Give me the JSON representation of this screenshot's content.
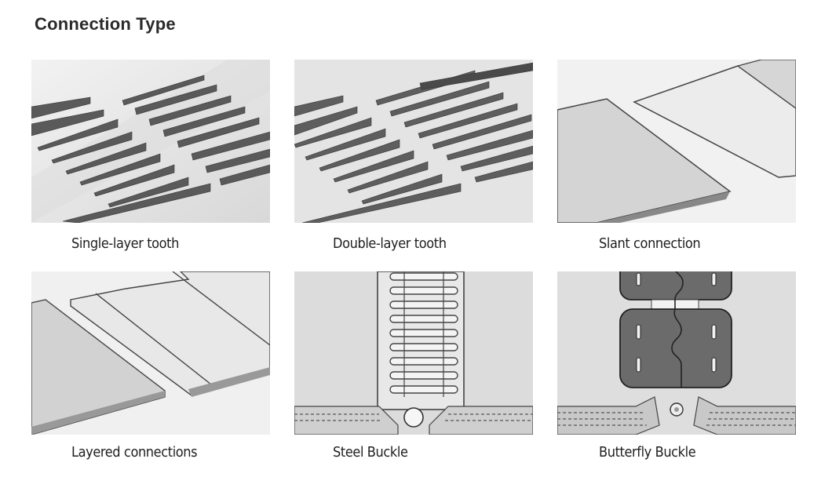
{
  "page": {
    "title": "Connection Type"
  },
  "items": [
    {
      "label": "Single-layer tooth",
      "icon": "single-layer-tooth-illustration"
    },
    {
      "label": "Double-layer tooth",
      "icon": "double-layer-tooth-illustration"
    },
    {
      "label": "Slant connection",
      "icon": "slant-connection-illustration"
    },
    {
      "label": "Layered connections",
      "icon": "layered-connections-illustration"
    },
    {
      "label": "Steel Buckle",
      "icon": "steel-buckle-illustration"
    },
    {
      "label": "Butterfly Buckle",
      "icon": "butterfly-buckle-illustration"
    }
  ],
  "colors": {
    "background": "#ffffff",
    "panel_bg": "#e6e6e6",
    "belt_dark": "#555555",
    "buckle_fill": "#6b6b6b",
    "text": "#1e1e1e"
  }
}
